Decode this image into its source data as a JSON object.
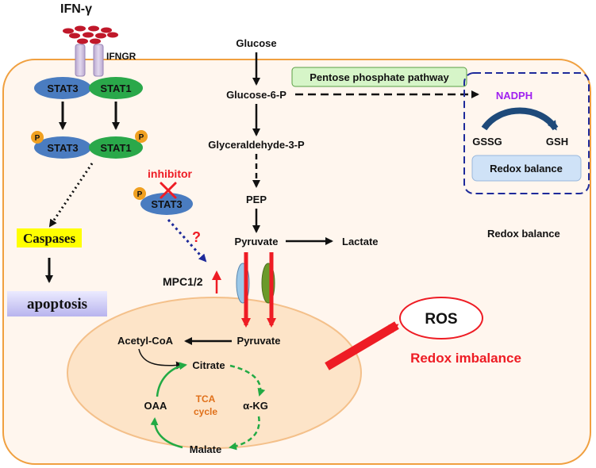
{
  "labels": {
    "ifn_gamma": "IFN-γ",
    "ifngr": "IFNGR",
    "stat3": "STAT3",
    "stat1": "STAT1",
    "p": "P",
    "caspases": "Caspases",
    "apoptosis": "apoptosis",
    "inhibitor": "inhibitor",
    "question": "?",
    "mpc": "MPC1/2",
    "glucose": "Glucose",
    "g6p": "Glucose-6-P",
    "g3p": "Glyceraldehyde-3-P",
    "pep": "PEP",
    "pyruvate": "Pyruvate",
    "lactate": "Lactate",
    "ppp": "Pentose phosphate pathway",
    "nadph": "NADPH",
    "gssg": "GSSG",
    "gsh": "GSH",
    "redox_balance_box": "Redox balance",
    "redox_balance": "Redox balance",
    "acetyl_coa": "Acetyl-CoA",
    "citrate": "Citrate",
    "akg": "α-KG",
    "malate": "Malate",
    "oaa": "OAA",
    "tca_1": "TCA",
    "tca_2": "cycle",
    "ros": "ROS",
    "redox_imbalance": "Redox imbalance"
  },
  "colors": {
    "cell_border": "#f0a040",
    "cell_fill": "#fff6ee",
    "stat3": "#4a7cc0",
    "stat1": "#2aa84a",
    "phospho": "#f0a020",
    "red": "#ee1c24",
    "purple": "#a020f0",
    "navy": "#1e2a9a",
    "tca_orange": "#e0701a",
    "green_arrow": "#22aa44",
    "ppp_fill": "#d6f5c8",
    "redox_fill": "#cfe2f7",
    "mito_fill": "#fde4c8",
    "mito_border": "#f4c08a"
  }
}
